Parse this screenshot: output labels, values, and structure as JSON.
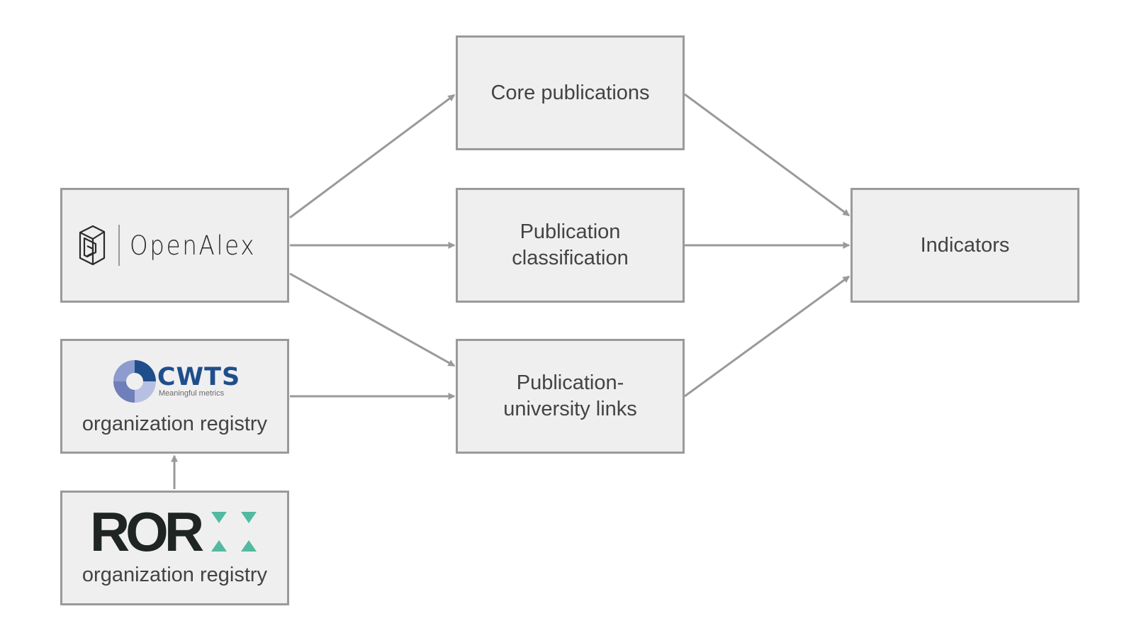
{
  "nodes": {
    "openalex": {
      "logo_text": "OpenAlex"
    },
    "cwts": {
      "logo_text": "CWTS",
      "logo_tagline": "Meaningful metrics",
      "label": "organization registry"
    },
    "ror": {
      "logo_text": "ROR",
      "label": "organization registry"
    },
    "core": {
      "label": "Core publications"
    },
    "classification": {
      "line1": "Publication",
      "line2": "classification"
    },
    "links": {
      "line1": "Publication-",
      "line2": "university links"
    },
    "indicators": {
      "label": "Indicators"
    }
  },
  "edges": [
    {
      "from": "openalex",
      "to": "core"
    },
    {
      "from": "openalex",
      "to": "classification"
    },
    {
      "from": "openalex",
      "to": "links"
    },
    {
      "from": "cwts",
      "to": "links"
    },
    {
      "from": "ror",
      "to": "cwts"
    },
    {
      "from": "core",
      "to": "indicators"
    },
    {
      "from": "classification",
      "to": "indicators"
    },
    {
      "from": "links",
      "to": "indicators"
    }
  ],
  "colors": {
    "box_fill": "#efefef",
    "box_border": "#9a9a9a",
    "arrow": "#9a9a9a",
    "text": "#434343",
    "cwts_blue": "#1f4e8c",
    "ror_green": "#53baa1"
  }
}
